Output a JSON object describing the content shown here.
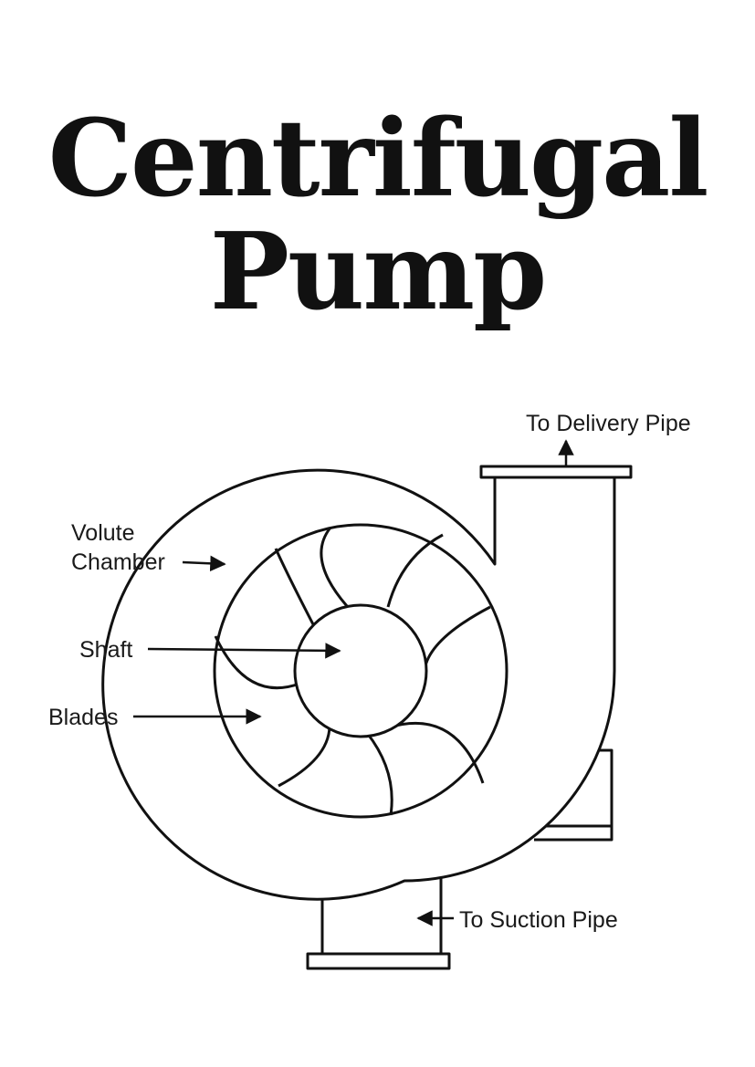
{
  "title": {
    "line1": "Centrifugal",
    "line2": "Pump"
  },
  "labels": {
    "delivery": "To Delivery Pipe",
    "volute_line1": "Volute",
    "volute_line2": "Chamber",
    "shaft": "Shaft",
    "blades": "Blades",
    "suction": "To Suction Pipe"
  },
  "colors": {
    "ink": "#111111",
    "background": "#ffffff"
  }
}
